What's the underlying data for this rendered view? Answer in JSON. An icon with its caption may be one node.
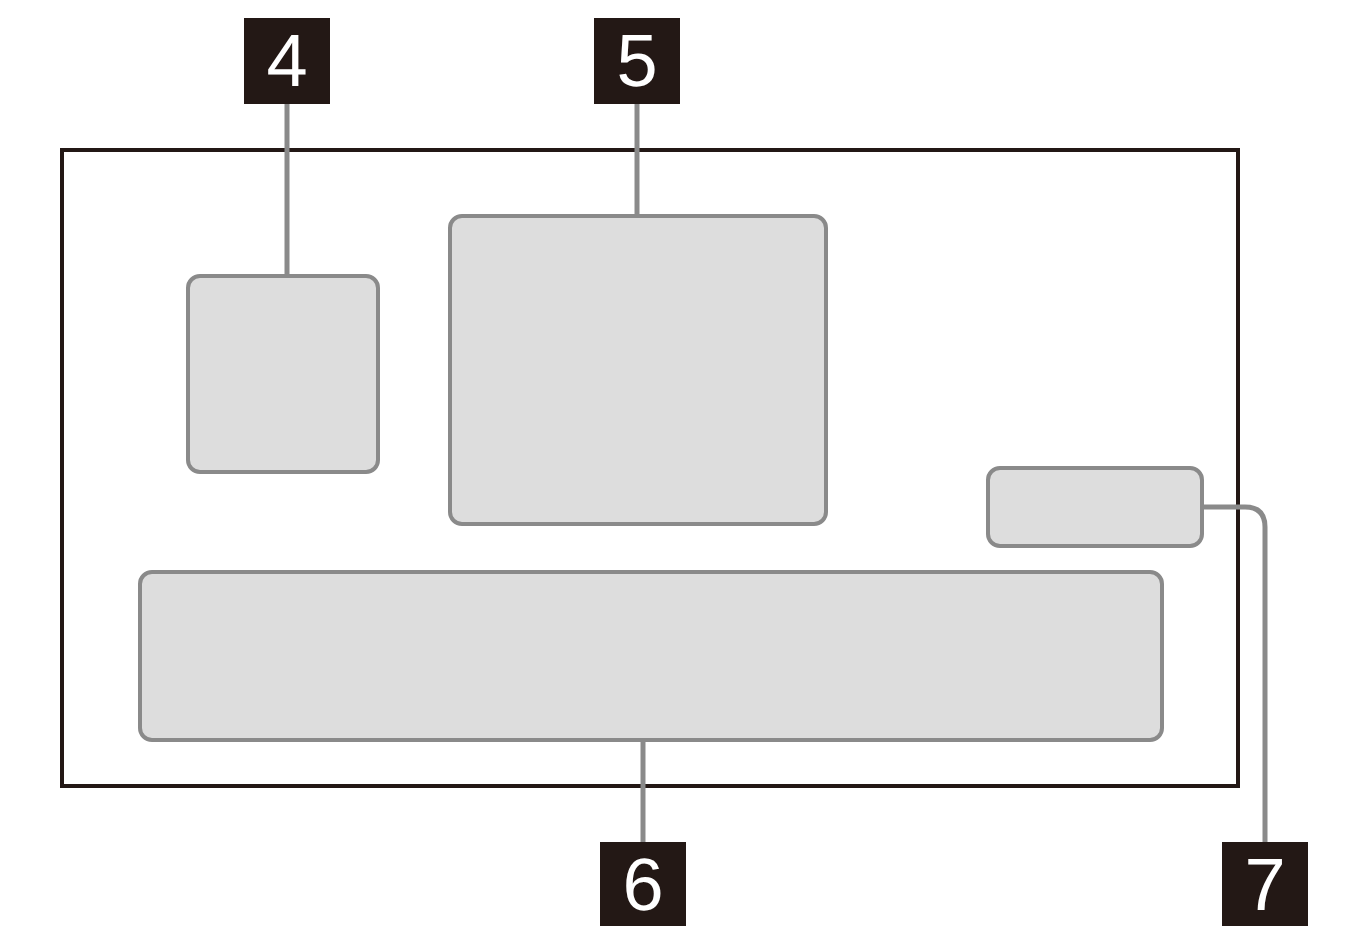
{
  "diagram": {
    "nodes": [
      {
        "text": [
          "4"
        ]
      },
      {
        "text": [
          "5"
        ]
      },
      {
        "text": [],
        "shape": "box"
      },
      {
        "text": [],
        "shape": "box",
        "in": 2
      },
      {
        "text": [],
        "shape": "box",
        "in": 2
      },
      {
        "text": [],
        "shape": "box",
        "in": 2
      },
      {
        "text": [],
        "shape": "box",
        "in": 2
      },
      {
        "text": [
          "6"
        ]
      },
      {
        "text": [
          "7"
        ]
      }
    ],
    "edges": [
      {
        "from": 0,
        "to": 3,
        "arrow": "none"
      },
      {
        "from": 1,
        "to": 4,
        "arrow": "none"
      },
      {
        "from": 7,
        "to": 6,
        "arrow": "none"
      },
      {
        "from": 8,
        "to": 5,
        "arrow": "none"
      }
    ]
  }
}
